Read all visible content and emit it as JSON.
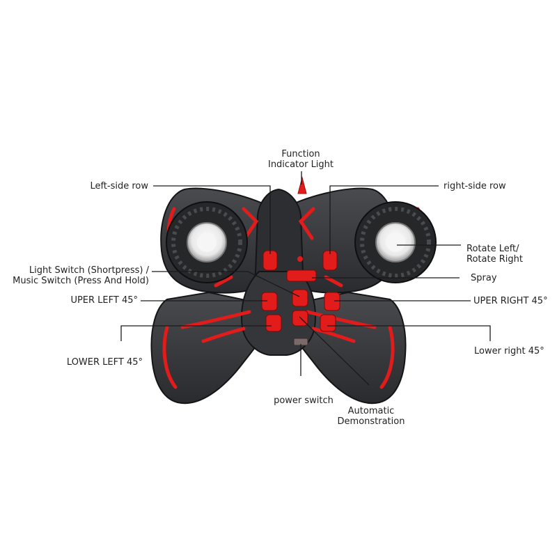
{
  "labels": {
    "function_indicator_light": [
      "Function",
      "Indicator Light"
    ],
    "left_side_row": "Left-side row",
    "right_side_row": "right-side row",
    "rotate": [
      "Rotate Left/",
      "Rotate Right"
    ],
    "light_switch": [
      "Light Switch  (Shortpress) /",
      "Music Switch (Press And Hold)"
    ],
    "spray": "Spray",
    "uper_left_45": "UPER LEFT 45°",
    "uper_right_45": "UPER RIGHT 45°",
    "lower_left_45": "LOWER LEFT 45°",
    "lower_right_45": "Lower right 45°",
    "power_switch": "power switch",
    "automatic_demo": [
      "Automatic",
      "Demonstration"
    ]
  },
  "colors": {
    "body": "#3a3b3e",
    "body_dark": "#1f2023",
    "accent": "#e21b1b",
    "leader": "#1a1a1a",
    "text": "#222222"
  }
}
